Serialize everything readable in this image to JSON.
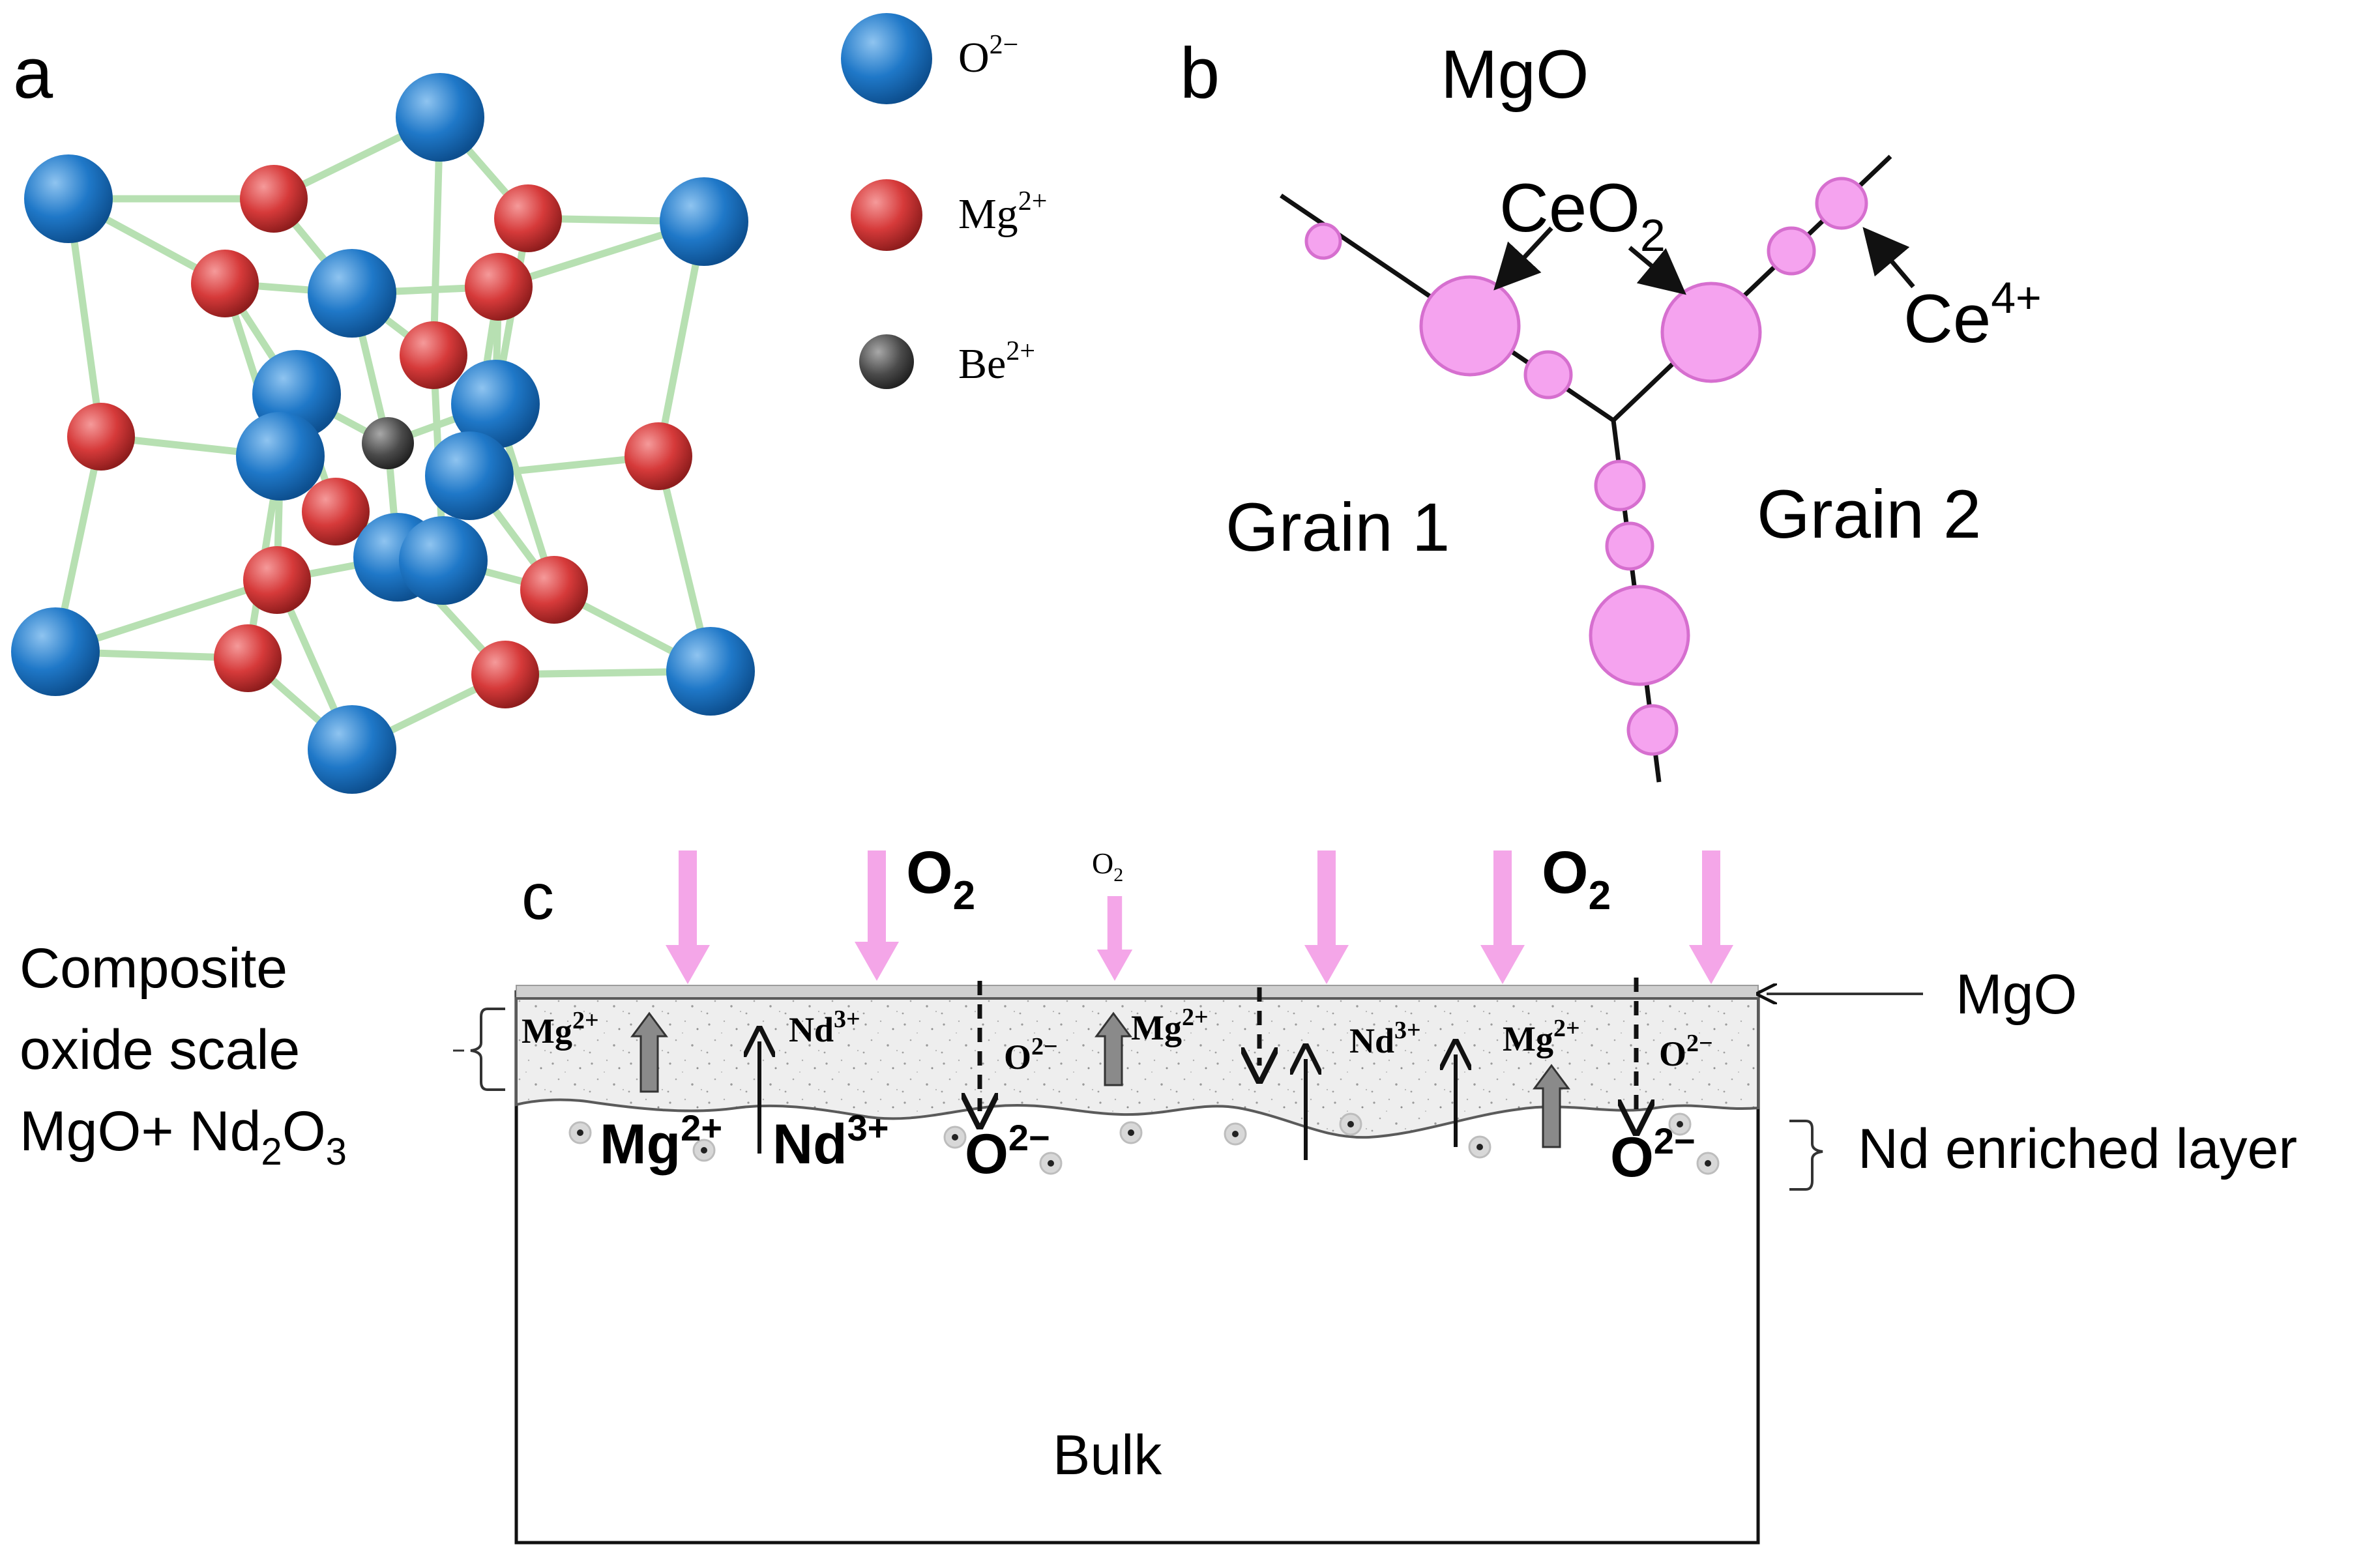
{
  "colors": {
    "oxygen": "#1f78c8",
    "magnesium": "#d63a3a",
    "beryllium": "#4a4a4a",
    "bond": "#b7e0b2",
    "pink": "#f4a6e8",
    "pink_fill": "#f5a3ef",
    "pink_stroke": "#d66fcf",
    "scale": "#ececec",
    "grey_arrow": "#8a8a8a"
  },
  "panel_a": {
    "label": "a",
    "legend": [
      {
        "ion": "O",
        "charge": "2−",
        "color": "#1f78c8"
      },
      {
        "ion": "Mg",
        "charge": "2+",
        "color": "#d63a3a"
      },
      {
        "ion": "Be",
        "charge": "2+",
        "color": "#4a4a4a"
      }
    ]
  },
  "panel_b": {
    "label": "b",
    "title": "MgO",
    "ceo2": {
      "main": "CeO",
      "sub": "2"
    },
    "ce": {
      "main": "Ce",
      "sup": "4+"
    },
    "grain1": "Grain 1",
    "grain2": "Grain 2"
  },
  "panel_c": {
    "label": "c",
    "o2_big": {
      "main": "O",
      "sub": "2"
    },
    "o2_small": {
      "main": "O",
      "sub": "2"
    },
    "composite": [
      "Composite",
      "oxide scale"
    ],
    "composite_formula": {
      "a": "MgO+ Nd",
      "b": "2",
      "c": "O",
      "d": "3"
    },
    "mgo_label": "MgO",
    "nd_layer": "Nd enriched layer",
    "bulk": "Bulk",
    "scale_ions": [
      {
        "ion": "Mg",
        "charge": "2+"
      },
      {
        "ion": "Nd",
        "charge": "3+"
      },
      {
        "ion": "O",
        "charge": "2−"
      },
      {
        "ion": "Mg",
        "charge": "2+"
      },
      {
        "ion": "Nd",
        "charge": "3+"
      },
      {
        "ion": "Mg",
        "charge": "2+"
      },
      {
        "ion": "O",
        "charge": "2−"
      }
    ],
    "big_ions": [
      {
        "ion": "Mg",
        "charge": "2+"
      },
      {
        "ion": "Nd",
        "charge": "3+"
      },
      {
        "ion": "O",
        "charge": "2−"
      },
      {
        "ion": "O",
        "charge": "2−"
      }
    ]
  }
}
